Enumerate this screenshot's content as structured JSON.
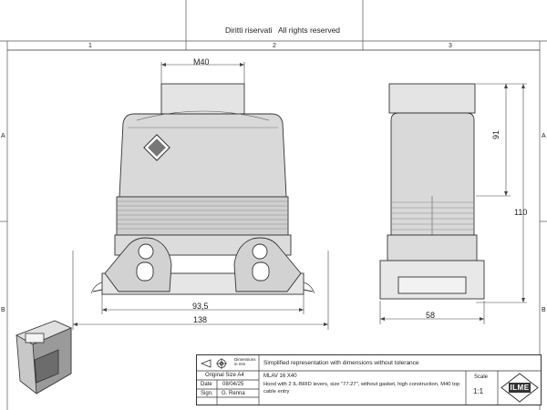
{
  "header": {
    "rights_it": "Diritti riservati",
    "rights_en": "All rights reserved"
  },
  "zones": {
    "columns": [
      "1",
      "2",
      "3"
    ],
    "rows": [
      "A",
      "B"
    ]
  },
  "dimensions": {
    "cable_entry": "M40",
    "width_inner": "93,5",
    "width_outer": "138",
    "depth": "58",
    "height_partial": "91",
    "height_total": "110"
  },
  "title_block": {
    "projection_caption": "Dimensions in mm",
    "note": "Simplified representation with dimensions without tolerance",
    "original_size": "Original Size A4",
    "date_label": "Date",
    "date_value": "08/04/25",
    "sign_label": "Sign.",
    "sign_value": "G. Renna",
    "part_code": "MLAV 16 X40",
    "description": "Hood with 2 IL-BRID levers, size \"77.27\", without gasket, high construction, M40 top cable entry",
    "scale_label": "Scale",
    "scale_value": "1:1",
    "logo": "ILME"
  }
}
